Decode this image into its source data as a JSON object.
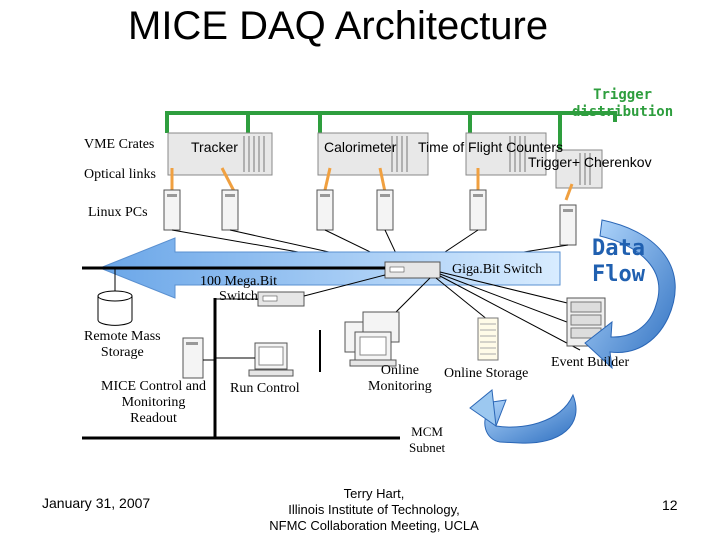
{
  "slide": {
    "title": "MICE DAQ Architecture",
    "date": "January 31, 2007",
    "footer_lines": [
      "Terry Hart,",
      "Illinois Institute of Technology,",
      "NFMC Collaboration Meeting, UCLA"
    ],
    "page_number": "12"
  },
  "labels": {
    "trigger_line1": "Trigger",
    "trigger_line2": "distribution",
    "vme_crates": "VME Crates",
    "tracker": "Tracker",
    "calorimeter": "Calorimeter",
    "tof": "Time of Flight Counters",
    "trigger_cherenkov": "Trigger+ Cherenkov",
    "optical_links": "Optical links",
    "linux_pcs": "Linux PCs",
    "gigabit_switch": "Giga.Bit Switch",
    "switch_100_line1": "100 Mega.Bit",
    "switch_100_line2": "Switch",
    "data_flow_line1": "Data",
    "data_flow_line2": "Flow",
    "remote_storage_line1": "Remote Mass",
    "remote_storage_line2": "Storage",
    "mice_control_line1": "MICE Control and",
    "mice_control_line2": "Monitoring",
    "mice_control_line3": "Readout",
    "run_control": "Run Control",
    "online_monitoring_line1": "Online",
    "online_monitoring_line2": "Monitoring",
    "online_storage": "Online Storage",
    "event_builder": "Event Builder",
    "mcm_line1": "MCM",
    "mcm_line2": "Subnet"
  },
  "colors": {
    "trigger_green": "#2e9e3e",
    "optical_orange": "#f0a040",
    "data_flow_blue": "#2060b0",
    "arrow_light_blue": "#9cc8f0"
  }
}
